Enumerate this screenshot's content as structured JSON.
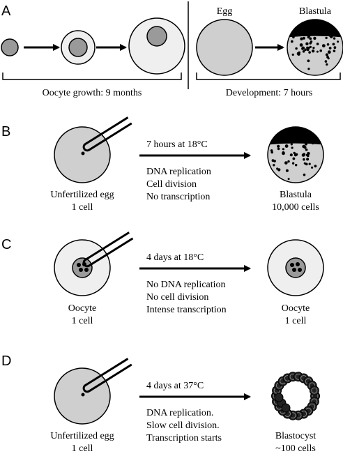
{
  "panels": {
    "a": {
      "letter": "A",
      "egg_label": "Egg",
      "blastula_label": "Blastula",
      "growth_caption": "Oocyte growth:  9 months",
      "development_caption": "Development:  7 hours"
    },
    "b": {
      "letter": "B",
      "condition": "7 hours at 18°C",
      "effects": [
        "DNA replication",
        "Cell division",
        "No transcription"
      ],
      "left_label": [
        "Unfertilized egg",
        "1 cell"
      ],
      "right_label": [
        "Blastula",
        "10,000 cells"
      ]
    },
    "c": {
      "letter": "C",
      "condition": "4 days at 18°C",
      "effects": [
        "No DNA replication",
        "No cell division",
        "Intense transcription"
      ],
      "left_label": [
        "Oocyte",
        "1 cell"
      ],
      "right_label": [
        "Oocyte",
        "1 cell"
      ]
    },
    "d": {
      "letter": "D",
      "condition": "4 days at 37°C",
      "effects": [
        "DNA replication.",
        "Slow cell division.",
        "Transcription starts"
      ],
      "left_label": [
        "Unfertilized egg",
        "1 cell"
      ],
      "right_label": [
        "Blastocyst",
        "~100 cells"
      ]
    }
  },
  "colors": {
    "egg_fill": "#cfcfcf",
    "oocyte_fill": "#efefef",
    "nucleus_fill": "#9a9a9a",
    "ink": "#000000"
  },
  "icons": {
    "micropipette": "micropipette-icon",
    "arrow": "arrow-right-icon"
  }
}
